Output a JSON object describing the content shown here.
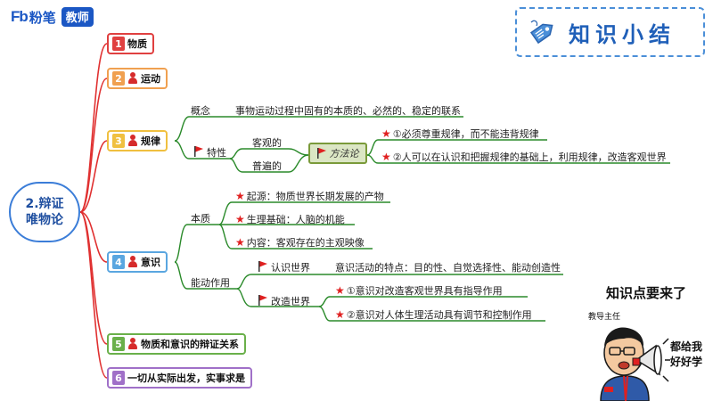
{
  "logo": {
    "brand": "Fb",
    "name": "粉笔",
    "badge": "教师"
  },
  "summary": {
    "title": "知识小结",
    "tag_icon": "price-tag-icon"
  },
  "root": {
    "label": "2.辩证唯物论"
  },
  "colors": {
    "main_line": "#e03030",
    "branch_line": "#2a8a2a",
    "root_border": "#3b7dd8"
  },
  "main_items": [
    {
      "num": "1",
      "label": "物质",
      "color": "#e04040"
    },
    {
      "num": "2",
      "label": "运动",
      "color": "#f0a050"
    },
    {
      "num": "3",
      "label": "规律",
      "color": "#f0c040"
    },
    {
      "num": "4",
      "label": "意识",
      "color": "#5aa6e0"
    },
    {
      "num": "5",
      "label": "物质和意识的辩证关系",
      "color": "#6ab04a"
    },
    {
      "num": "6",
      "label": "一切从实际出发，实事求是",
      "color": "#a070c8"
    }
  ],
  "law": {
    "concept_label": "概念",
    "concept_text": "事物运动过程中固有的本质的、必然的、稳定的联系",
    "feature_label": "特性",
    "feature_objective": "客观的",
    "feature_universal": "普遍的",
    "method_label": "方法论",
    "method_1": "①必须尊重规律，而不能违背规律",
    "method_2": "②人可以在认识和把握规律的基础上，利用规律，改造客观世界"
  },
  "consciousness": {
    "essence_label": "本质",
    "origin": "起源：物质世界长期发展的产物",
    "physio": "生理基础：人脑的机能",
    "content": "内容：客观存在的主观映像",
    "initiative_label": "能动作用",
    "know_world": "认识世界",
    "know_text": "意识活动的特点：目的性、自觉选择性、能动创造性",
    "change_world": "改造世界",
    "change_1": "①意识对改造客观世界具有指导作用",
    "change_2": "②意识对人体生理活动具有调节和控制作用"
  },
  "teacher": {
    "headline": "知识点要来了",
    "role": "教导主任",
    "speech": "都给我好好学"
  }
}
